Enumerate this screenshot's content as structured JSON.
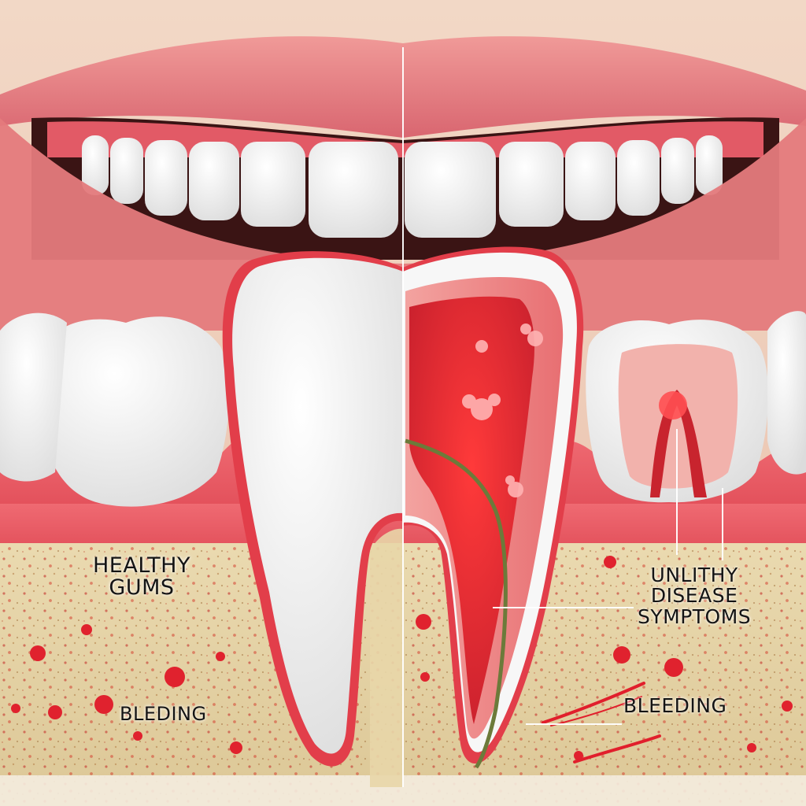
{
  "labels": {
    "healthy_line1": "HEALTHY",
    "healthy_line2": "GUMS",
    "bleeding_left": "BLEDING",
    "unhealthy_line1": "UNLITHY",
    "unhealthy_line2": "DISEASE",
    "unhealthy_line3": "SYMPTOMS",
    "bleeding_right": "BLEEDING"
  },
  "colors": {
    "skin": "#f1d3c0",
    "lip": "#e98a8a",
    "gum": "#e5505a",
    "tooth": "#f7f7f7",
    "bone": "#e6d3a4",
    "pulp": "#e2333d",
    "nerve": "#6c7a3a",
    "blood_spot": "#e0222e"
  }
}
